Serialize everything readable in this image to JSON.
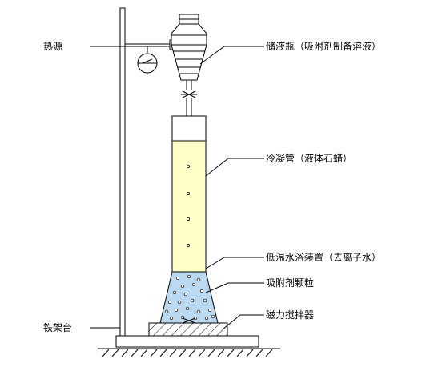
{
  "labels": {
    "heat_source": "热源",
    "reservoir": "储液瓶（吸附剂制备溶液）",
    "condenser": "冷凝管（液体石蜡）",
    "bath": "低温水浴装置（去离子水）",
    "particles": "吸附剂颗粒",
    "stirrer": "磁力搅拌器",
    "stand": "铁架台"
  },
  "colors": {
    "paraffin": "#ffffc8",
    "water": "#bcd9f2",
    "line": "#000000"
  }
}
